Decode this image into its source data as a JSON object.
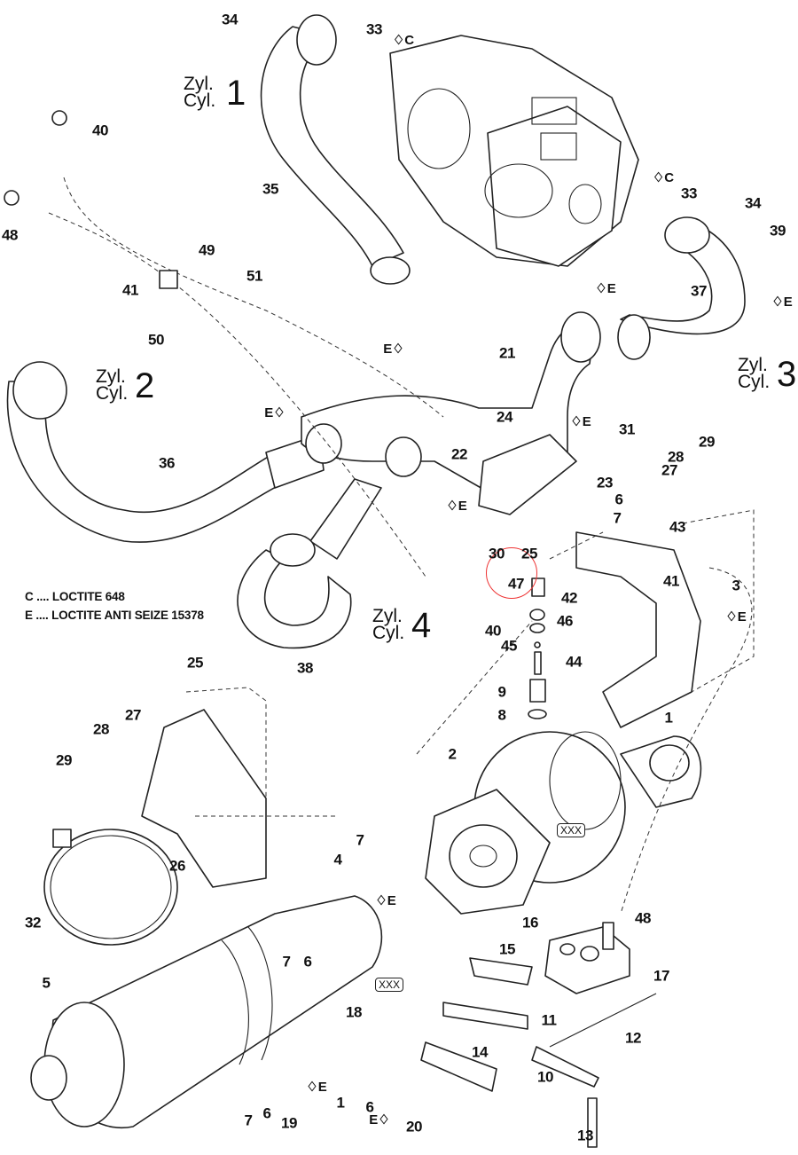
{
  "diagram": {
    "title": "Exhaust system / turbocharger exploded view",
    "highlight_color": "#e33333",
    "highlighted_part": "47",
    "cylinder_labels": [
      {
        "id": "cyl1",
        "line1": "Zyl.",
        "line2": "Cyl.",
        "number": "1"
      },
      {
        "id": "cyl2",
        "line1": "Zyl.",
        "line2": "Cyl.",
        "number": "2"
      },
      {
        "id": "cyl3",
        "line1": "Zyl.",
        "line2": "Cyl.",
        "number": "3"
      },
      {
        "id": "cyl4",
        "line1": "Zyl.",
        "line2": "Cyl.",
        "number": "4"
      }
    ],
    "legend": [
      {
        "code": "C",
        "text": "C .... LOCTITE 648"
      },
      {
        "code": "E",
        "text": "E .... LOCTITE ANTI SEIZE 15378"
      }
    ],
    "xxx_tags": [
      "XXX",
      "XXX"
    ],
    "drop_marks": [
      "C",
      "C",
      "E",
      "E",
      "E",
      "E",
      "E",
      "E",
      "E",
      "E",
      "E",
      "E"
    ],
    "callouts": [
      "34",
      "33",
      "35",
      "40",
      "48",
      "49",
      "51",
      "41",
      "50",
      "36",
      "21",
      "24",
      "22",
      "31",
      "29",
      "28",
      "27",
      "23",
      "6",
      "7",
      "30",
      "25",
      "43",
      "41",
      "3",
      "47",
      "42",
      "46",
      "40",
      "45",
      "44",
      "9",
      "8",
      "1",
      "38",
      "2",
      "25",
      "27",
      "28",
      "29",
      "26",
      "32",
      "7",
      "4",
      "16",
      "15",
      "48",
      "17",
      "7",
      "6",
      "5",
      "18",
      "11",
      "14",
      "12",
      "10",
      "13",
      "19",
      "1",
      "6",
      "20",
      "7",
      "6",
      "34",
      "39",
      "37",
      "33"
    ]
  }
}
